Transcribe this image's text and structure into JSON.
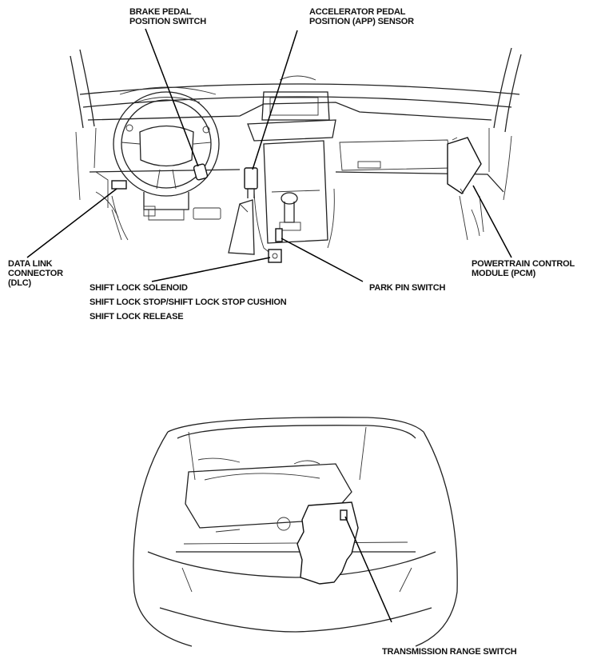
{
  "labels": {
    "brake_line1": "BRAKE PEDAL",
    "brake_line2": "POSITION SWITCH",
    "app_line1": "ACCELERATOR PEDAL",
    "app_line2": "POSITION (APP) SENSOR",
    "dlc_line1": "DATA LINK",
    "dlc_line2": "CONNECTOR",
    "dlc_line3": "(DLC)",
    "pcm_line1": "POWERTRAIN CONTROL",
    "pcm_line2": "MODULE (PCM)",
    "shift_lock_solenoid": "SHIFT LOCK SOLENOID",
    "shift_lock_stop": "SHIFT LOCK STOP/SHIFT LOCK STOP CUSHION",
    "shift_lock_release": "SHIFT LOCK RELEASE",
    "park_pin": "PARK PIN SWITCH",
    "trans_range": "TRANSMISSION RANGE SWITCH"
  },
  "colors": {
    "line": "#222222",
    "background": "#ffffff"
  }
}
